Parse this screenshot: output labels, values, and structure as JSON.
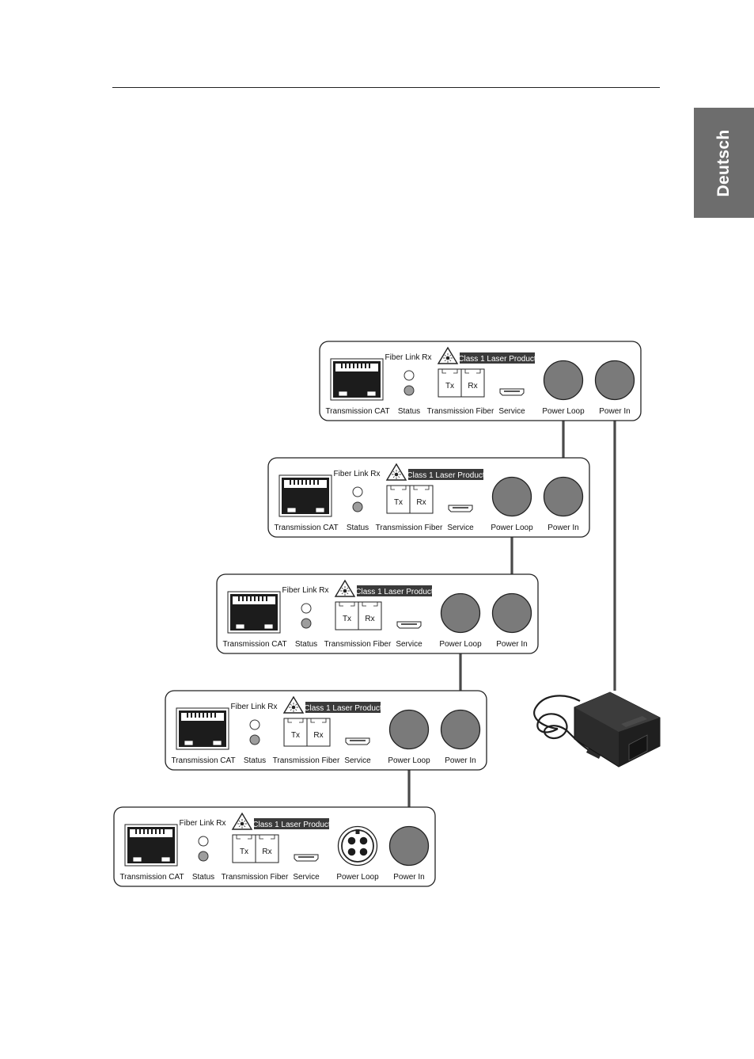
{
  "side_tab": {
    "label": "Deutsch"
  },
  "device": {
    "transmission_cat": "Transmission CAT",
    "fiber_link_rx": "Fiber Link Rx",
    "status": "Status",
    "transmission_fiber": "Transmission Fiber",
    "tx": "Tx",
    "rx": "Rx",
    "service": "Service",
    "laser": "Class 1 Laser Product",
    "power_loop": "Power Loop",
    "power_in": "Power In"
  },
  "devices": [
    {
      "id": "device-1",
      "power_loop_connector": "cable"
    },
    {
      "id": "device-2",
      "power_loop_connector": "cable"
    },
    {
      "id": "device-3",
      "power_loop_connector": "cable"
    },
    {
      "id": "device-4",
      "power_loop_connector": "cable"
    },
    {
      "id": "device-5",
      "power_loop_connector": "4-pin socket"
    }
  ],
  "colors": {
    "cable": "#4a4a4a",
    "plug": "#7a7a7a",
    "side_tab": "#6d6d6d"
  }
}
